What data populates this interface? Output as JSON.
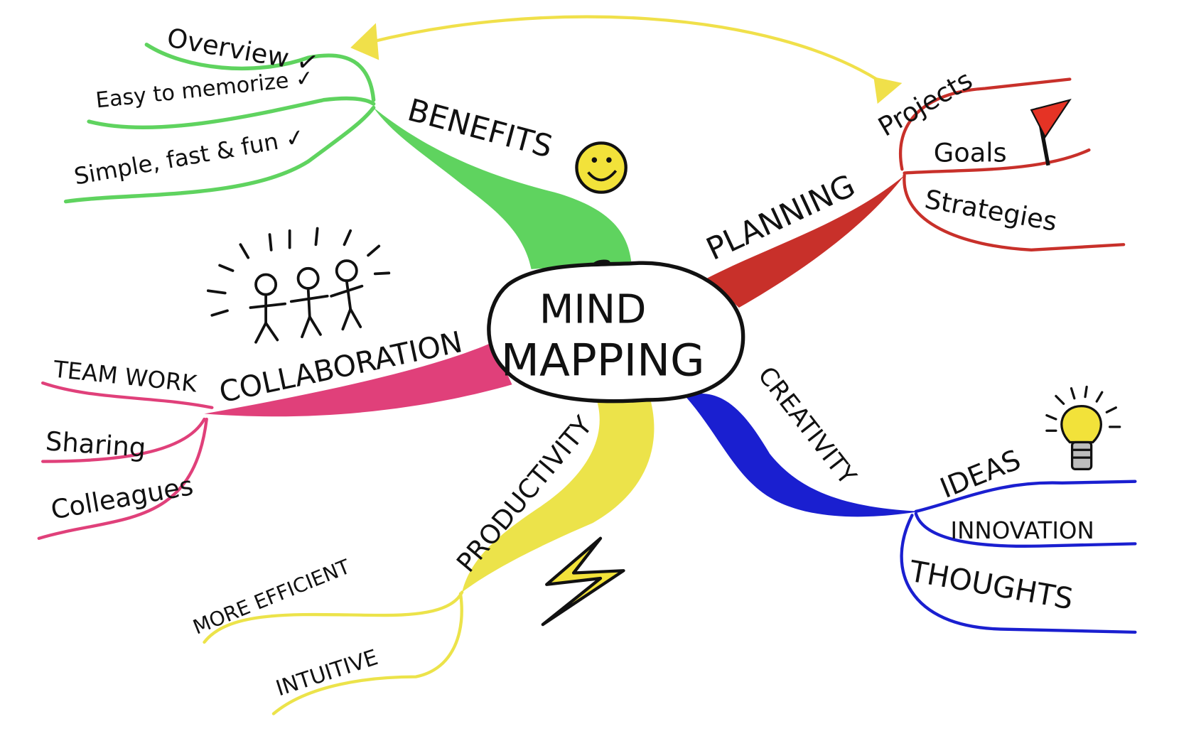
{
  "center": {
    "line1": "MIND",
    "line2": "MAPPING"
  },
  "branches": {
    "benefits": {
      "label": "BENEFITS",
      "color": "#5fd35f",
      "items": [
        "Overview ✓",
        "Easy to memorize ✓",
        "Simple, fast & fun ✓"
      ]
    },
    "planning": {
      "label": "PLANNING",
      "color": "#c8302a",
      "items": [
        "Projects",
        "Goals",
        "Strategies"
      ]
    },
    "collaboration": {
      "label": "COLLABORATION",
      "color": "#e0407a",
      "items": [
        "TEAM WORK",
        "Sharing",
        "Colleagues"
      ]
    },
    "productivity": {
      "label": "PRODUCTIVITY",
      "color": "#ece34a",
      "items": [
        "MORE EFFICIENT",
        "INTUITIVE"
      ]
    },
    "creativity": {
      "label": "CREATIVITY",
      "color": "#1a1fd0",
      "items": [
        "IDEAS",
        "INNOVATION",
        "THOUGHTS"
      ]
    }
  },
  "arrow_color": "#f0e04a"
}
